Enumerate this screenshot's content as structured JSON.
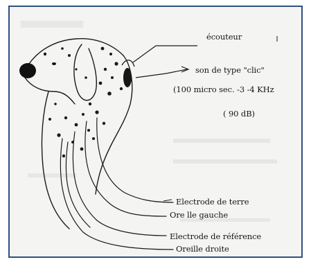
{
  "colors": {
    "frame_border": "#2f4f7f",
    "ink": "#151515",
    "paper": "#f4f4f2"
  },
  "labels": {
    "earphone": "écouteur",
    "click_sound": "son de type \"clic\"",
    "click_spec": "(100 micro sec. -3 -4 KHz",
    "level": "( 90 dB)",
    "ground_electrode": "Electrode de terre",
    "left_ear": "Ore lle gauche",
    "reference_electrode": "Electrode de référence",
    "right_ear": "Oreille droite"
  }
}
